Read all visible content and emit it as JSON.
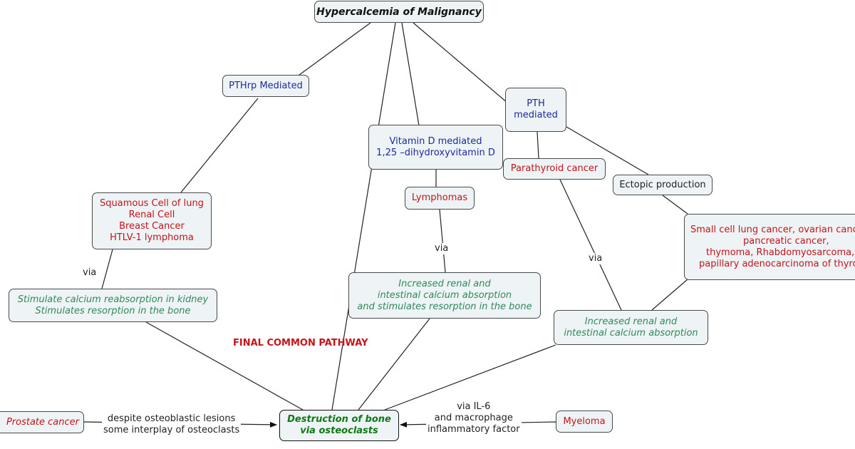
{
  "diagram": {
    "title": "Hypercalcemia of Malignancy",
    "pthrp": "PTHrp Mediated",
    "vitd": [
      "Vitamin D mediated",
      "1,25 –dihydroxyvitamin D"
    ],
    "pth": [
      "PTH",
      "mediated"
    ],
    "squamous": [
      "Squamous Cell of lung",
      "Renal Cell",
      "Breast Cancer",
      "HTLV-1 lymphoma"
    ],
    "lymphomas": "Lymphomas",
    "parathyroid": "Parathyroid cancer",
    "ectopic": "Ectopic production",
    "smallcell": [
      "Small cell lung cancer, ovarian cancer,",
      "pancreatic cancer,",
      "thymoma, Rhabdomyosarcoma,",
      "papillary adenocarcinoma of thyroid"
    ],
    "stimulate": [
      "Stimulate calcium reabsorption in kidney",
      "Stimulates resorption in the bone"
    ],
    "increased_vitd": [
      "Increased renal and",
      "intestinal calcium absorption",
      "and stimulates resorption in the bone"
    ],
    "increased_pth": [
      "Increased renal and",
      "intestinal calcium absorption"
    ],
    "final_pathway": "FINAL COMMON PATHWAY",
    "destruction": [
      "Destruction of bone",
      "via osteoclasts"
    ],
    "prostate": "Prostate cancer",
    "myeloma": "Myeloma",
    "labels": {
      "via_squamous": "via",
      "via_lymphomas": "via",
      "via_parathyroid": "via",
      "prostate_link": [
        "despite osteoblastic lesions",
        "some interplay of osteoclasts"
      ],
      "myeloma_link": [
        "via IL-6",
        "and macrophage",
        "inflammatory factor"
      ]
    }
  },
  "colors": {
    "mechanism": "#1d2aa0",
    "cancer": "#c5141a",
    "effect": "#2f8a5a",
    "outcome": "#0d7a14",
    "node_fill": "#eef3f6"
  }
}
